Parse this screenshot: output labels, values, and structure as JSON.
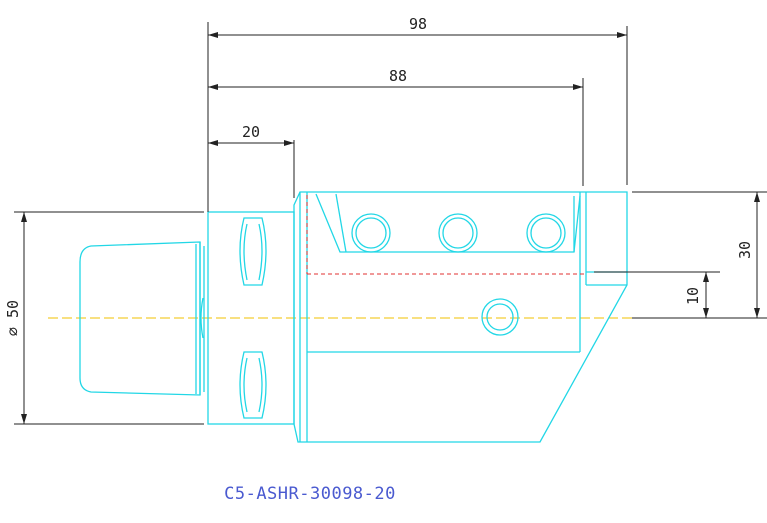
{
  "dimensions": {
    "overall_length": "98",
    "body_length": "88",
    "shank_offset": "20",
    "height": "30",
    "center_height": "10",
    "diameter": "⌀ 50"
  },
  "part_number": "C5-ASHR-30098-20",
  "colors": {
    "outline": "#22d7e6",
    "dimension": "#222222",
    "hidden": "#e03030",
    "centerline": "#f2c200",
    "label": "#4a5ad0"
  }
}
